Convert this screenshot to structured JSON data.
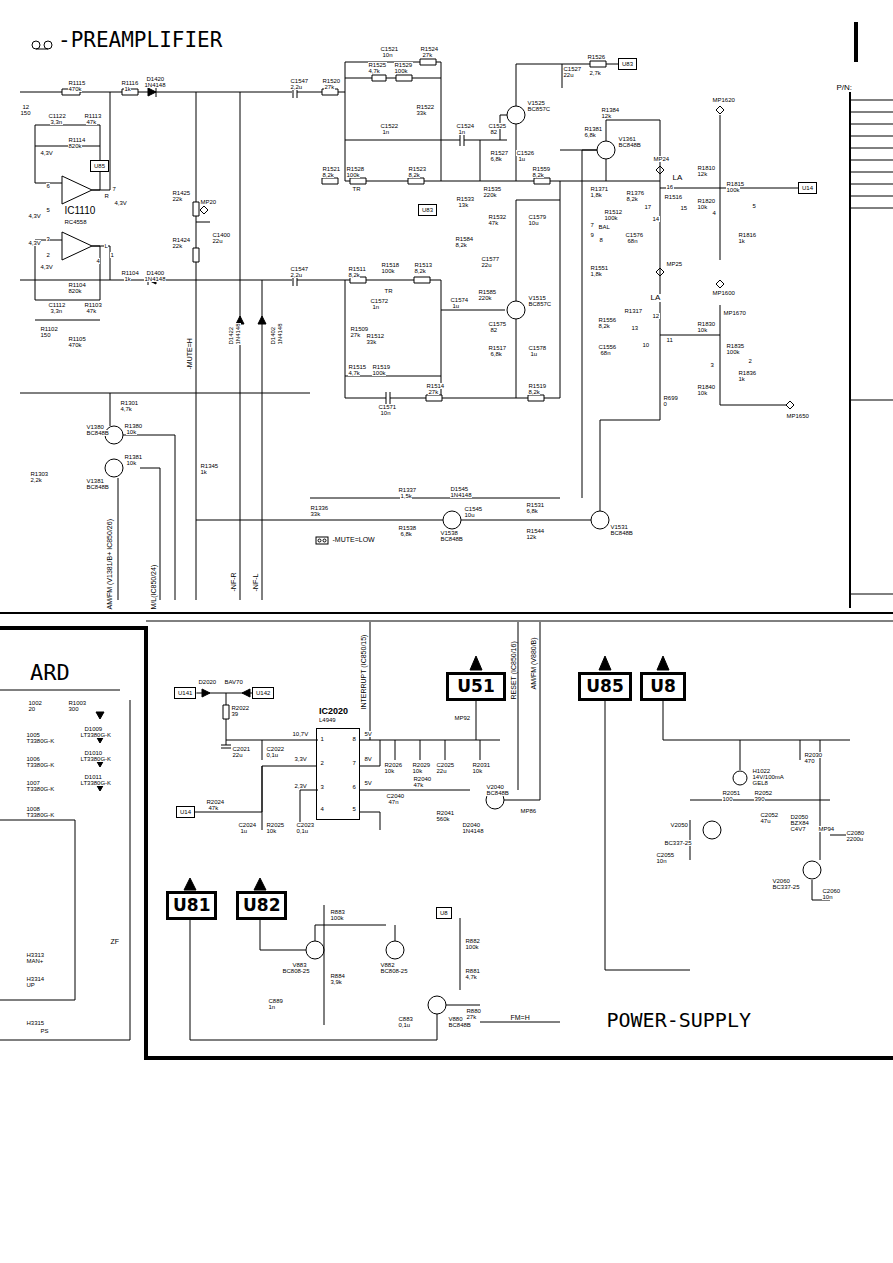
{
  "diagram": {
    "title": "-PREAMPLIFIER",
    "nodes": [
      {
        "text": [
          "U83"
        ]
      },
      {
        "text": [
          "U85"
        ]
      },
      {
        "text": [
          "U14"
        ]
      },
      {
        "text": [
          "U83"
        ]
      },
      {
        "text": [
          "ARD"
        ]
      },
      {
        "text": [
          "U51"
        ]
      },
      {
        "text": [
          "U85"
        ]
      },
      {
        "text": [
          "U8"
        ]
      },
      {
        "text": [
          "U141"
        ]
      },
      {
        "text": [
          "U142"
        ]
      },
      {
        "text": [
          "IC2020",
          "L4949"
        ]
      },
      {
        "text": [
          "U14"
        ]
      },
      {
        "text": [
          "U81"
        ]
      },
      {
        "text": [
          "U82"
        ]
      },
      {
        "text": [
          "U8"
        ]
      }
    ],
    "edges": [
      {
        "from": 8,
        "to": 9,
        "arrow": "none"
      },
      {
        "from": 11,
        "to": 10,
        "arrow": "none"
      }
    ],
    "labels": [
      "12",
      "150",
      "R1115",
      "470k",
      "R1116",
      "1k",
      "D1420",
      "1N4148",
      "C1122",
      "3,3n",
      "R1113",
      "47k",
      "R1114",
      "820k",
      "4,3V",
      "6",
      "5",
      "7",
      "R",
      "4,3V",
      "4,3V",
      "IC1110",
      "RC4558",
      "3",
      "4,3V",
      "2",
      "1",
      "L",
      "4",
      "4,3V",
      "R1104",
      "1k",
      "D1400",
      "1N4148",
      "R1104",
      "820k",
      "C1112",
      "3,3n",
      "R1103",
      "47k",
      "R1102",
      "150",
      "R1105",
      "470k",
      "R1425",
      "22k",
      "R1424",
      "22k",
      "MP20",
      "C1400",
      "22u",
      "D1422",
      "1N4148",
      "D1402",
      "1N4148",
      "-MUTE=H",
      "C1547",
      "2,2u",
      "R1520",
      "27k",
      "C1521",
      "10n",
      "R1524",
      "27k",
      "R1525",
      "4,7k",
      "R1529",
      "100k",
      "R1522",
      "33k",
      "C1522",
      "1n",
      "C1524",
      "1n",
      "C1525",
      "82",
      "V1525",
      "BC857C",
      "R1526",
      "2,7k",
      "C1527",
      "22u",
      "R1527",
      "6,8k",
      "C1526",
      "1u",
      "R1521",
      "8,2k",
      "R1528",
      "100k",
      "TR",
      "R1523",
      "8,2k",
      "R1559",
      "8,2k",
      "R1535",
      "220k",
      "R1533",
      "13k",
      "R1532",
      "47k",
      "C1579",
      "10u",
      "R1584",
      "8,2k",
      "C1577",
      "22u",
      "R1585",
      "220k",
      "C1574",
      "1u",
      "V1515",
      "BC857C",
      "C1575",
      "82",
      "R1517",
      "6,8k",
      "C1578",
      "1u",
      "C1547",
      "2,2u",
      "R1511",
      "8,2k",
      "R1518",
      "100k",
      "TR",
      "R1513",
      "8,2k",
      "C1572",
      "1n",
      "R1509",
      "27k",
      "R1512",
      "33k",
      "R1515",
      "4,7k",
      "R1519",
      "100k",
      "R1514",
      "27k",
      "R1519",
      "8,2k",
      "C1571",
      "10n",
      "R1384",
      "12k",
      "R1381",
      "6,8k",
      "V1361",
      "BC848B",
      "MP1620",
      "MP24",
      "LA",
      "R1810",
      "12k",
      "R1815",
      "100k",
      "R1820",
      "10k",
      "5",
      "4",
      "R1816",
      "1k",
      "MP1600",
      "P/N:",
      "R1371",
      "1,8k",
      "R1376",
      "8,2k",
      "16",
      "R1516",
      "17",
      "15",
      "14",
      "R1512",
      "100k",
      "7",
      "BAL",
      "9",
      "8",
      "C1576",
      "68n",
      "R1551",
      "1,8k",
      "MP25",
      "LA",
      "R1317",
      "12",
      "13",
      "11",
      "10",
      "R1556",
      "8,2k",
      "C1556",
      "68n",
      "R1830",
      "10k",
      "MP1670",
      "R1835",
      "100k",
      "2",
      "3",
      "R1836",
      "1k",
      "R1840",
      "10k",
      "R699",
      "0",
      "MP1650",
      "R1301",
      "4,7k",
      "V1380",
      "BC848B",
      "R1380",
      "10k",
      "V1381",
      "BC848B",
      "R1381",
      "10k",
      "R1303",
      "2,2k",
      "R1345",
      "1k",
      "R1336",
      "33k",
      "R1337",
      "1,5k",
      "D1545",
      "1N4148",
      "C1545",
      "10u",
      "R1538",
      "6,8k",
      "V1538",
      "BC848B",
      "-MUTE=LOW",
      "R1531",
      "6,8k",
      "R1544",
      "12k",
      "V1531",
      "BC848B",
      "AM/FM (V1381/B+ IC850/26)",
      "M/L(IC850/24)",
      "-NF-R",
      "-NF-L",
      "1002",
      "20",
      "R1003",
      "300",
      "1005",
      "T3380G-K",
      "D1009",
      "LT3380G-K",
      "1006",
      "T3380G-K",
      "D1010",
      "LT3380G-K",
      "1007",
      "T3380G-K",
      "D1011",
      "LT3380G-K",
      "1008",
      "T3380G-K",
      "ZF",
      "H3313",
      "MAN+",
      "H3314",
      "UP",
      "H3315",
      "PS",
      "D2020",
      "BAV70",
      "R2022",
      "39",
      "C2021",
      "22u",
      "C2022",
      "0,1u",
      "10,7V",
      "3,3V",
      "2,3V",
      "1",
      "2",
      "3",
      "4",
      "8",
      "7",
      "6",
      "5",
      "5V",
      "8V",
      "5V",
      "R2024",
      "47k",
      "C2024",
      "1u",
      "R2025",
      "10k",
      "C2023",
      "0,1u",
      "INTERRUPT (IC850/15)",
      "MP92",
      "R2026",
      "10k",
      "R2029",
      "10k",
      "C2025",
      "22u",
      "R2031",
      "10k",
      "RESET (IC850/16)",
      "AM/FM (V880/B)",
      "C2040",
      "47n",
      "R2040",
      "47k",
      "R2041",
      "560k",
      "D2040",
      "1N4148",
      "V2040",
      "BC848B",
      "MP86",
      "R883",
      "100k",
      "V883",
      "BC808-25",
      "R884",
      "3,9k",
      "C889",
      "1n",
      "V882",
      "BC808-25",
      "R882",
      "100k",
      "R881",
      "4,7k",
      "C883",
      "0,1u",
      "V880",
      "BC848B",
      "R880",
      "27k",
      "FM=H",
      "POWER-SUPPLY",
      "H1022",
      "14V/100mA",
      "GEL8",
      "R2030",
      "470",
      "V2050",
      "BC337-25",
      "R2051",
      "100",
      "R2052",
      "390",
      "C2052",
      "47u",
      "D2050",
      "BZX84",
      "C4V7",
      "C2055",
      "10n",
      "V2060",
      "BC337-25",
      "C2060",
      "10n",
      "MP94",
      "C2080",
      "2200u"
    ]
  }
}
